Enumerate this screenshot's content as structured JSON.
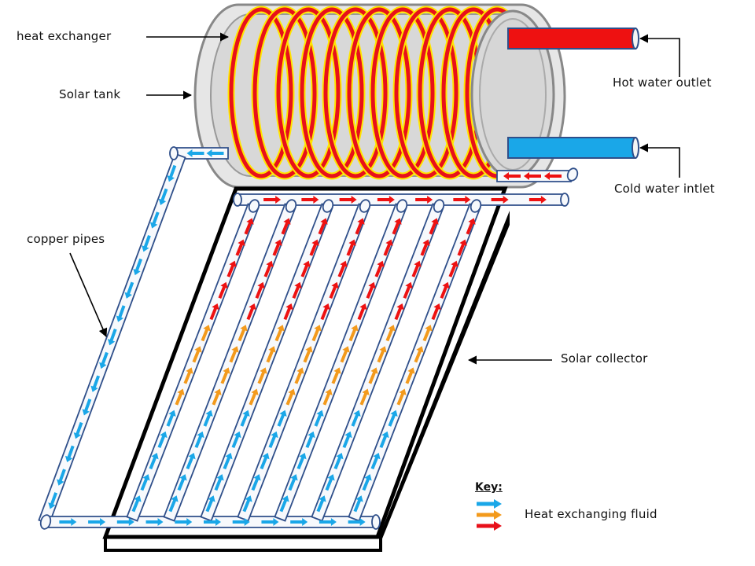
{
  "labels": {
    "heat_exchanger": "heat exchanger",
    "solar_tank": "Solar tank",
    "copper_pipes": "copper pipes",
    "hot_water_outlet": "Hot water outlet",
    "cold_water_inlet": "Cold water intlet",
    "solar_collector": "Solar collector"
  },
  "key": {
    "title": "Key:",
    "description": "Heat exchanging fluid",
    "arrow_colors": [
      "#1aa7e8",
      "#f39a1c",
      "#e8101a"
    ]
  },
  "colors": {
    "hot": "#ee1111",
    "cold": "#1aa7e8",
    "warm": "#f39a1c",
    "tank": "#d9d9d9",
    "coil": "#e8101a",
    "coil_outline": "#ffe600",
    "frame": "#000000",
    "pipe_outline": "#2f4f8a"
  }
}
